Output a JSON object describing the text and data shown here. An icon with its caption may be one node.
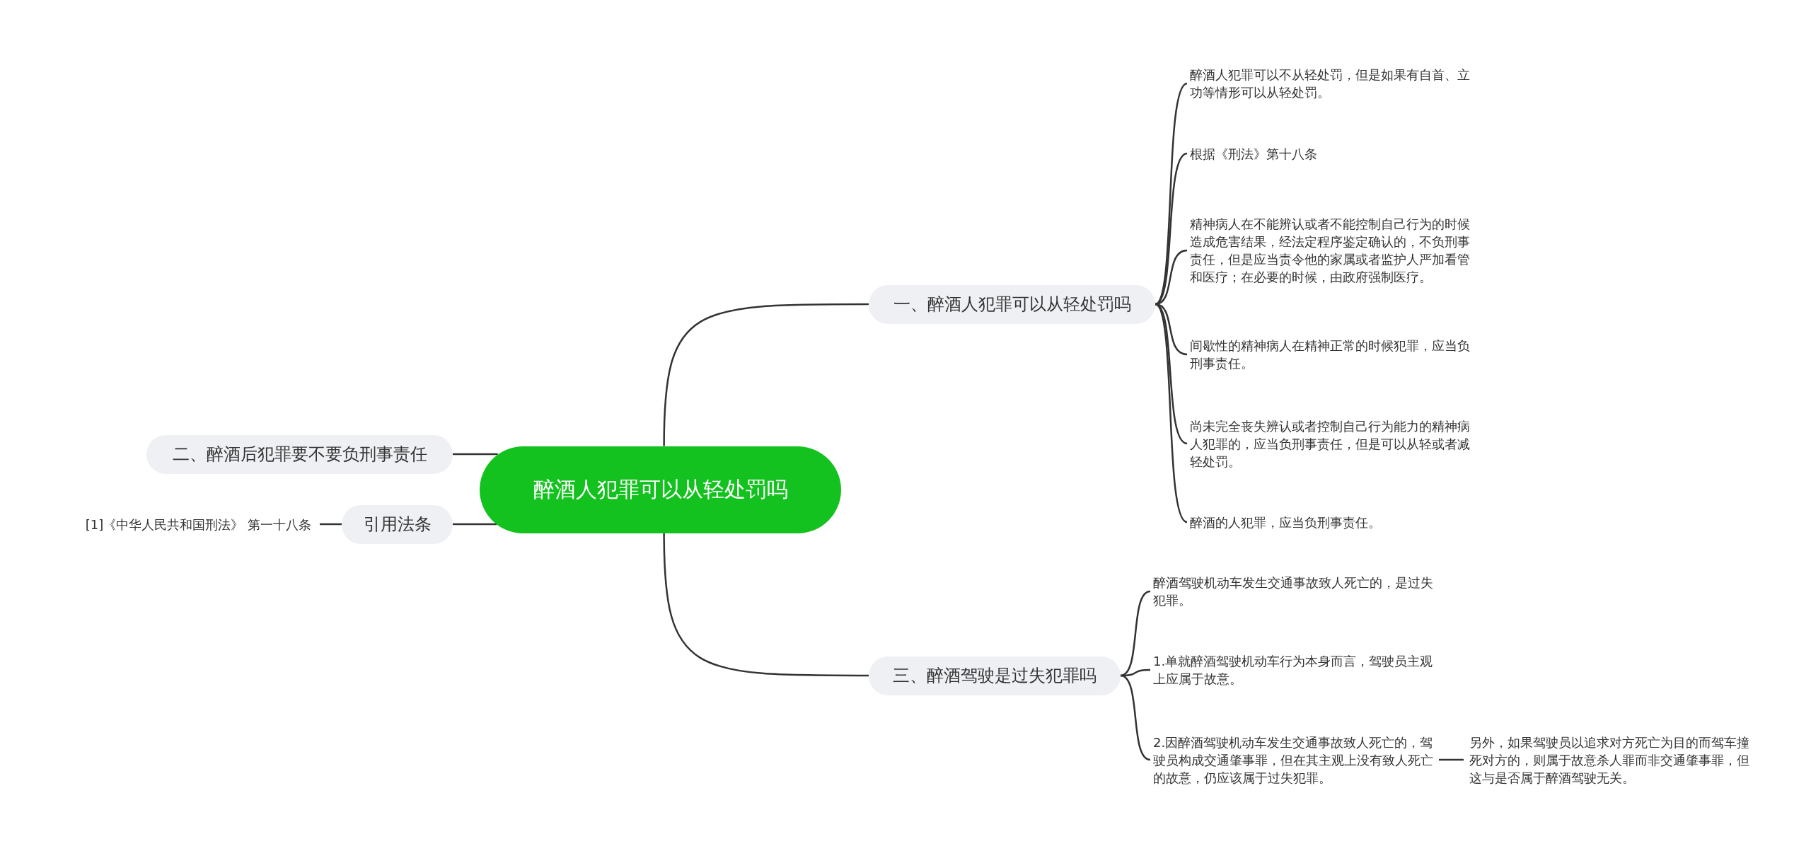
{
  "diagram": {
    "nodes": [
      {
        "text": [
          "醉酒人犯罪可以从轻处罚吗"
        ]
      },
      {
        "text": [
          "一、醉酒人犯罪可以从轻处罚吗"
        ]
      },
      {
        "text": [
          "醉酒人犯罪可以不从轻处罚，但是如果有自首、立功等情形可以从轻处罚。"
        ]
      },
      {
        "text": [
          "根据《刑法》第十八条"
        ]
      },
      {
        "text": [
          "精神病人在不能辨认或者不能控制自己行为的时候造成危害结果，经法定程序鉴定确认的，不负刑事责任，但是应当责令他的家属或者监护人严加看管和医疗；在必要的时候，由政府强制医疗。"
        ]
      },
      {
        "text": [
          "间歇性的精神病人在精神正常的时候犯罪，应当负刑事责任。"
        ]
      },
      {
        "text": [
          "尚未完全丧失辨认或者控制自己行为能力的精神病人犯罪的，应当负刑事责任，但是可以从轻或者减轻处罚。"
        ]
      },
      {
        "text": [
          "醉酒的人犯罪，应当负刑事责任。"
        ]
      },
      {
        "text": [
          "二、醉酒后犯罪要不要负刑事责任"
        ]
      },
      {
        "text": [
          "引用法条"
        ]
      },
      {
        "text": [
          "[1]《中华人民共和国刑法》 第一十八条"
        ]
      },
      {
        "text": [
          "三、醉酒驾驶是过失犯罪吗"
        ]
      },
      {
        "text": [
          "醉酒驾驶机动车发生交通事故致人死亡的，是过失犯罪。"
        ]
      },
      {
        "text": [
          "1.单就醉酒驾驶机动车行为本身而言，驾驶员主观上应属于故意。"
        ]
      },
      {
        "text": [
          "2.因醉酒驾驶机动车发生交通事故致人死亡的，驾驶员构成交通肇事罪，但在其主观上没有致人死亡的故意，仍应该属于过失犯罪。"
        ]
      },
      {
        "text": [
          "另外，如果驾驶员以追求对方死亡为目的而驾车撞死对方的，则属于故意杀人罪而非交通肇事罪，但这与是否属于醉酒驾驶无关。"
        ]
      }
    ],
    "edges": [
      {
        "from": 0,
        "to": 1,
        "arrow": "none"
      },
      {
        "from": 1,
        "to": 2,
        "arrow": "none"
      },
      {
        "from": 1,
        "to": 3,
        "arrow": "none"
      },
      {
        "from": 1,
        "to": 4,
        "arrow": "none"
      },
      {
        "from": 1,
        "to": 5,
        "arrow": "none"
      },
      {
        "from": 1,
        "to": 6,
        "arrow": "none"
      },
      {
        "from": 1,
        "to": 7,
        "arrow": "none"
      },
      {
        "from": 0,
        "to": 8,
        "arrow": "none"
      },
      {
        "from": 0,
        "to": 9,
        "arrow": "none"
      },
      {
        "from": 9,
        "to": 10,
        "arrow": "none"
      },
      {
        "from": 0,
        "to": 11,
        "arrow": "none"
      },
      {
        "from": 11,
        "to": 12,
        "arrow": "none"
      },
      {
        "from": 11,
        "to": 13,
        "arrow": "none"
      },
      {
        "from": 11,
        "to": 14,
        "arrow": "none"
      },
      {
        "from": 14,
        "to": 15,
        "arrow": "none"
      }
    ]
  }
}
